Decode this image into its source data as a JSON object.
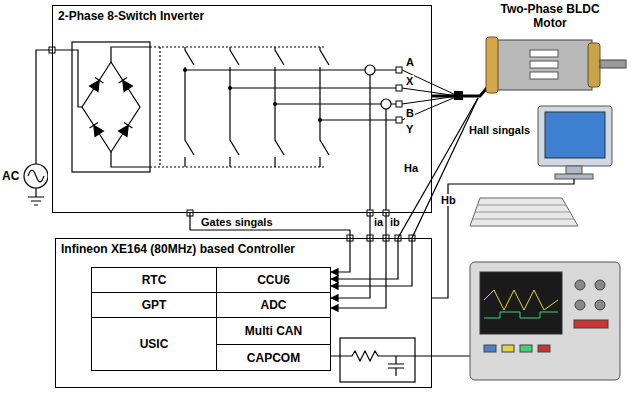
{
  "diagram": {
    "nodes": [
      {
        "text": [
          "2-Phase 8-Switch Inverter"
        ]
      },
      {
        "text": [
          "Two-Phase BLDC Motor"
        ]
      },
      {
        "text": [
          "AC"
        ]
      },
      {
        "text": [
          "Infineon XE164 (80MHz) based Controller"
        ]
      },
      {
        "text": [
          "RTC"
        ],
        "in": 3
      },
      {
        "text": [
          "CCU6"
        ],
        "in": 3
      },
      {
        "text": [
          "GPT"
        ],
        "in": 3
      },
      {
        "text": [
          "ADC"
        ],
        "in": 3
      },
      {
        "text": [
          "USIC"
        ],
        "in": 3
      },
      {
        "text": [
          "Multi CAN"
        ],
        "in": 3
      },
      {
        "text": [
          "CAPCOM"
        ],
        "in": 3
      }
    ],
    "edges": [
      {
        "from": 2,
        "to": 0,
        "arrow": "none"
      },
      {
        "from": 0,
        "to": 1,
        "arrow": "none"
      },
      {
        "from": 0,
        "to": 5,
        "arrow": "to",
        "label": "Gates singals"
      },
      {
        "from": 0,
        "to": 7,
        "arrow": "to",
        "label": "ia"
      },
      {
        "from": 0,
        "to": 7,
        "arrow": "to",
        "label": "ib"
      },
      {
        "from": 1,
        "to": 5,
        "arrow": "to",
        "label": "Ha"
      },
      {
        "from": 1,
        "to": 5,
        "arrow": "to",
        "label": "Hb"
      }
    ],
    "labels": [
      "A",
      "X",
      "B",
      "Y",
      "Hall singals"
    ]
  }
}
